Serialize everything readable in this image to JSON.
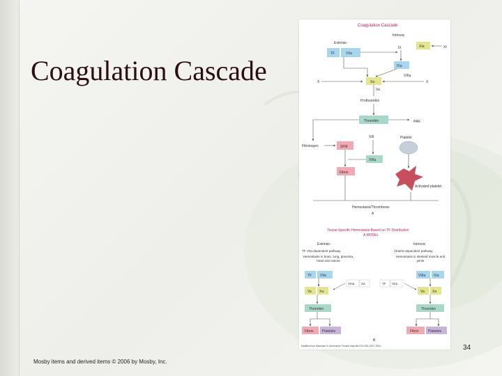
{
  "slide": {
    "title": "Coagulation Cascade",
    "footer": "Mosby items and derived items © 2006 by Mosby, Inc.",
    "page_number": "34"
  },
  "figure": {
    "colors": {
      "blue": "#a8d6ef",
      "yellow": "#e3e68c",
      "teal": "#a8d8c8",
      "pink": "#f3a9b3",
      "purple": "#c9b5dc",
      "title_red": "#c2205c",
      "grey": "#c4cfd8",
      "platelet": "#c13b4a"
    },
    "panel_a": {
      "title": "Coagulation Cascade",
      "intrinsic": "Intrinsic",
      "extrinsic": "Extrinsic",
      "ix": "IX",
      "xia": "XIa",
      "xi": "XI",
      "tf": "TF",
      "viia": "VIIa",
      "ixa": "IXa",
      "viiia": "VIIIa",
      "x_left": "X",
      "x_right": "X",
      "xa": "Xa",
      "va": "Va",
      "prothrombin": "Prothrombin",
      "thrombin": "Thrombin",
      "par": "PAR",
      "xiii": "XIII",
      "platelet": "Platelet",
      "fibrinogen": "Fibrinogen",
      "sfm": "SFM",
      "xiiia": "XIIIa",
      "fibrin": "Fibrin",
      "activated_platelet": "Activated platelet",
      "outcome": "Hemostasis/Thrombosis",
      "label": "A"
    },
    "panel_b": {
      "title": "Tissue-Specific Hemostasis Based on TF Distribution",
      "subtitle": "A MODEL",
      "left": {
        "heading": "Extrinsic",
        "pathway": "TF VIIa-dependent pathway",
        "note": "Hemostasis in brain, lung, placenta, heart and uterus",
        "tf": "TF",
        "viia": "VIIa",
        "va": "Va",
        "xa": "Xa",
        "thrombin": "Thrombin",
        "fibrin": "Fibrin",
        "platelets": "Platelets"
      },
      "right": {
        "heading": "Intrinsic",
        "pathway": "VIIIa/IX-dependent pathway",
        "note": "Hemostasis in skeletal muscle and joints",
        "viiia": "VIIIa",
        "ixa": "IXa",
        "va": "Va",
        "xa": "Xa",
        "thrombin": "Thrombin",
        "fibrin": "Fibrin",
        "platelets": "Platelets"
      },
      "mid_left_a": "VIIIa",
      "mid_left_b": "Xa",
      "mid_right_a": "TF",
      "mid_right_b": "VIIa",
      "label": "B",
      "citation": "Modified from Mackman N: Arterioscler Thromb Vasc Biol 24:1015-1022, 2004."
    }
  }
}
